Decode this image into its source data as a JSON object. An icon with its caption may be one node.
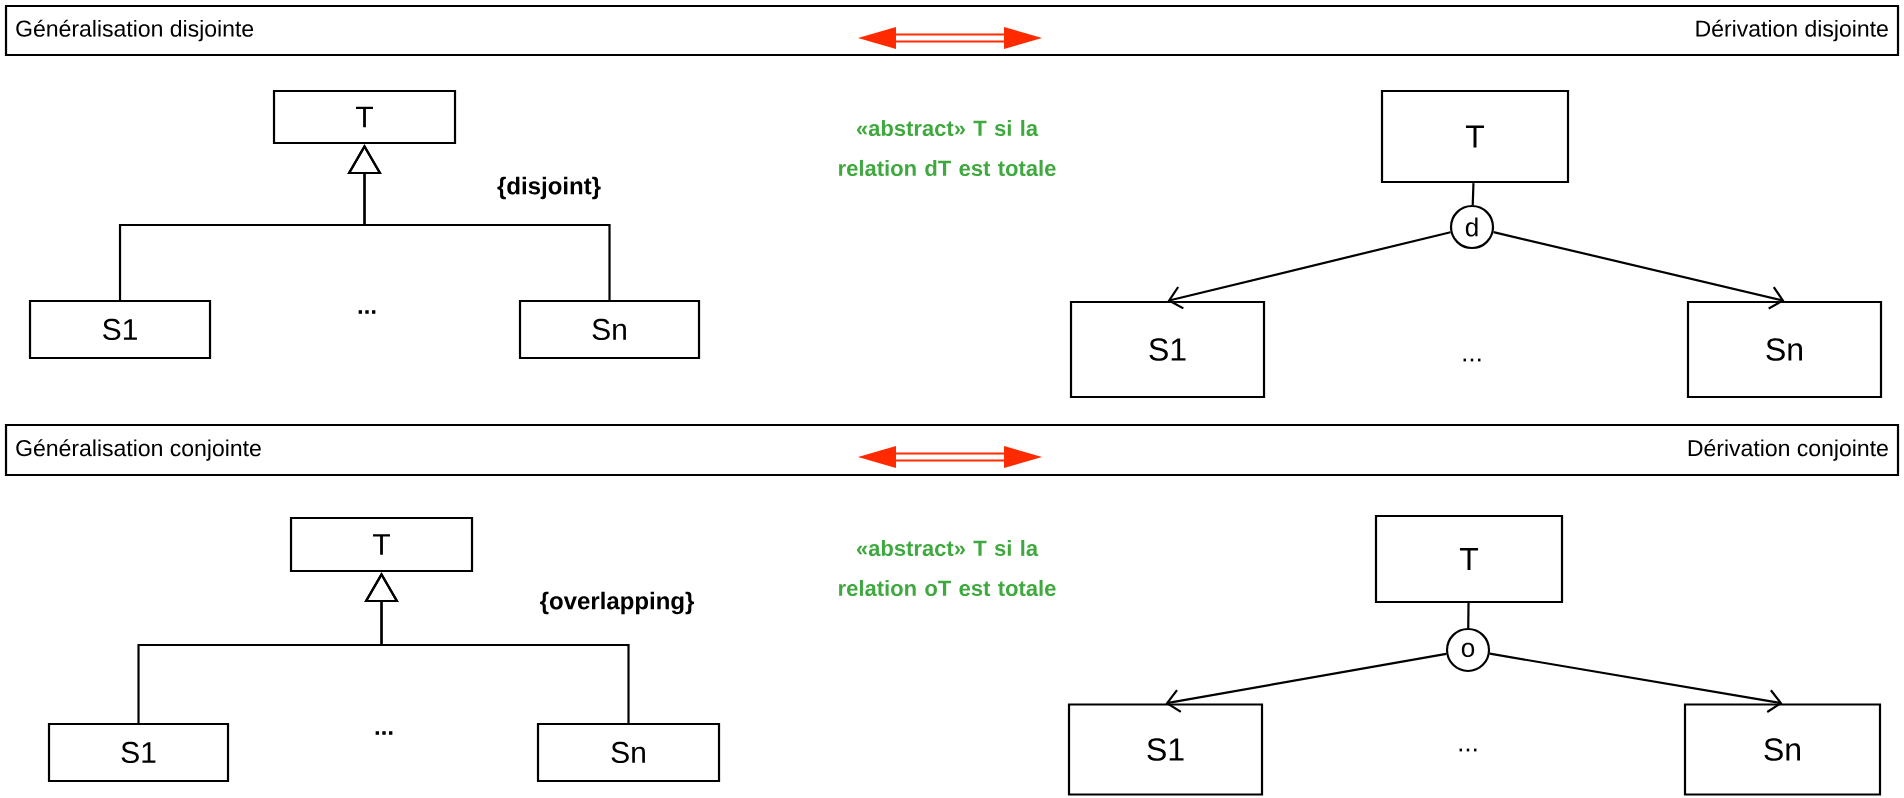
{
  "diagram": {
    "nodes": [
      {
        "text": [
          "Généralisation disjointe",
          "Dérivation disjointe"
        ]
      },
      {
        "text": [
          "T"
        ]
      },
      {
        "text": [
          "S1"
        ]
      },
      {
        "text": [
          "Sn"
        ]
      },
      {
        "text": [
          "T"
        ]
      },
      {
        "text": [
          "d"
        ]
      },
      {
        "text": [
          "S1"
        ]
      },
      {
        "text": [
          "Sn"
        ]
      },
      {
        "text": [
          "Généralisation conjointe",
          "Dérivation conjointe"
        ]
      },
      {
        "text": [
          "T"
        ]
      },
      {
        "text": [
          "S1"
        ]
      },
      {
        "text": [
          "Sn"
        ]
      },
      {
        "text": [
          "T"
        ]
      },
      {
        "text": [
          "o"
        ]
      },
      {
        "text": [
          "S1"
        ]
      },
      {
        "text": [
          "Sn"
        ]
      }
    ],
    "edges": [
      {
        "from": 2,
        "to": 1,
        "arrow": "to"
      },
      {
        "from": 3,
        "to": 1,
        "arrow": "to"
      },
      {
        "from": 4,
        "to": 5,
        "arrow": "none"
      },
      {
        "from": 5,
        "to": 6,
        "arrow": "to"
      },
      {
        "from": 5,
        "to": 7,
        "arrow": "to"
      },
      {
        "from": 10,
        "to": 9,
        "arrow": "to"
      },
      {
        "from": 11,
        "to": 9,
        "arrow": "to"
      },
      {
        "from": 12,
        "to": 13,
        "arrow": "none"
      },
      {
        "from": 13,
        "to": 14,
        "arrow": "to"
      },
      {
        "from": 13,
        "to": 15,
        "arrow": "to"
      }
    ],
    "labels": [
      "«abstract» T si la relation dT est totale",
      "{disjoint}",
      "...",
      "...",
      "«abstract» T si la relation oT est totale",
      "{overlapping}",
      "...",
      "..."
    ]
  }
}
